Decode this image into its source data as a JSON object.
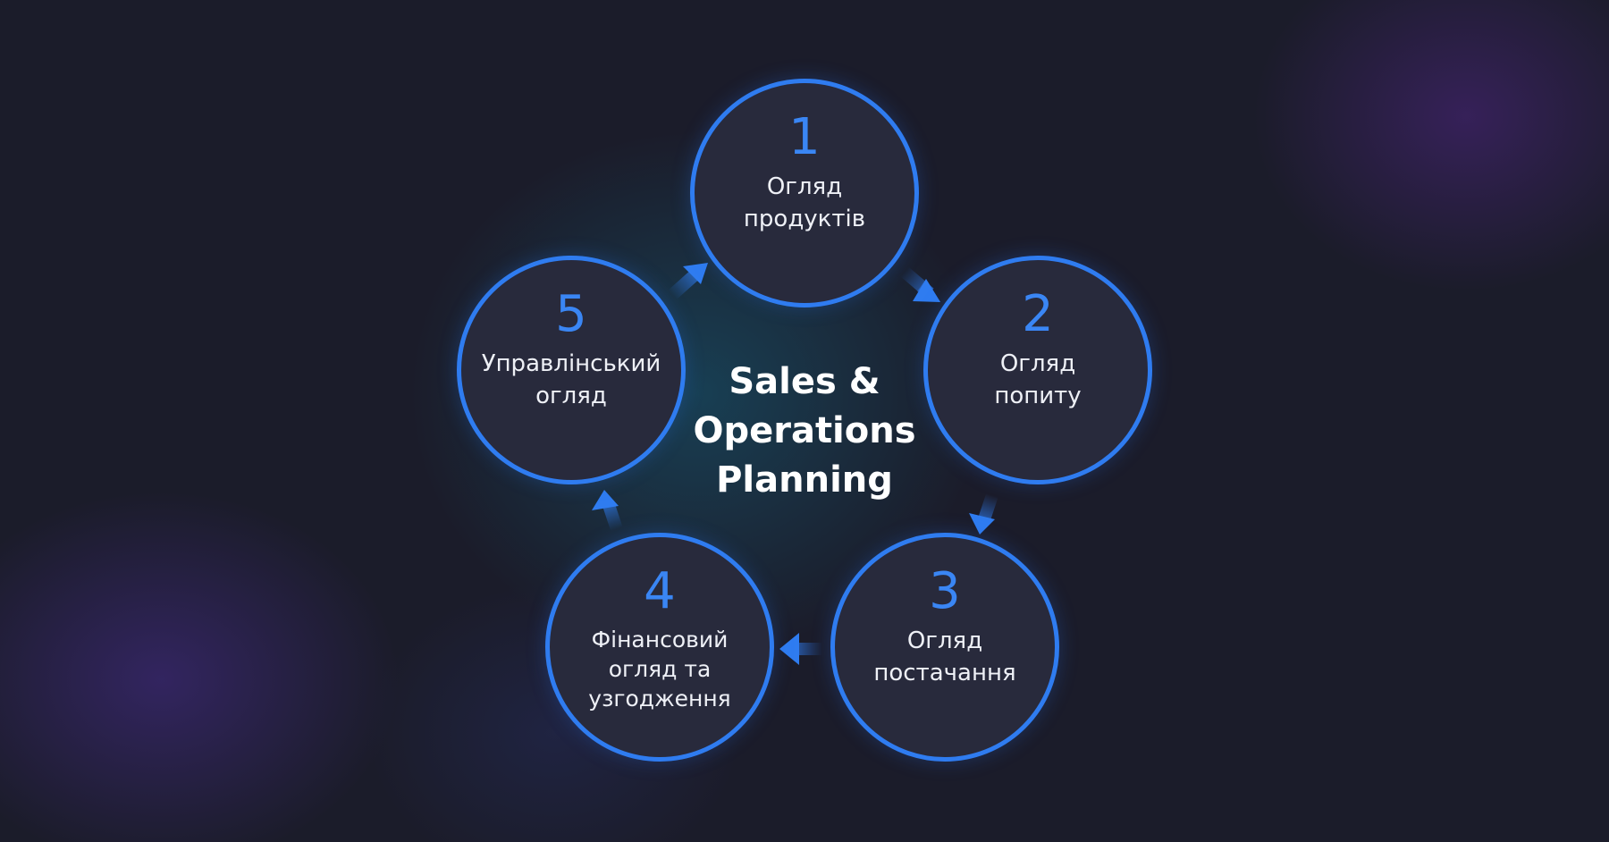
{
  "diagram": {
    "center_title": "Sales &\nOperations\nPlanning",
    "accent_color": "#2f7cf0",
    "steps": [
      {
        "number": "1",
        "label": "Огляд\nпродуктів"
      },
      {
        "number": "2",
        "label": "Огляд\nпопиту"
      },
      {
        "number": "3",
        "label": "Огляд\nпостачання"
      },
      {
        "number": "4",
        "label": "Фінансовий\nогляд та\nузгодження"
      },
      {
        "number": "5",
        "label": "Управлінський\nогляд"
      }
    ]
  }
}
